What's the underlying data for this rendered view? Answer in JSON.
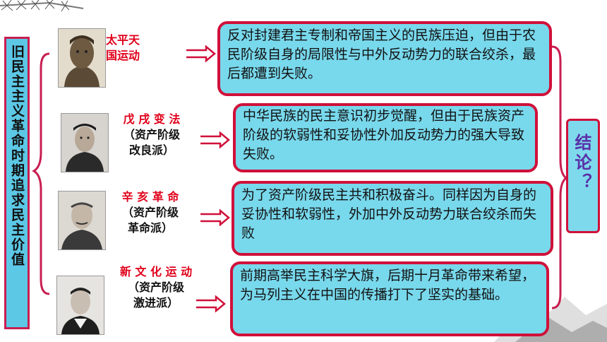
{
  "side_title": "旧民主主义革命时期追求民主价值",
  "rows": [
    {
      "label_line1": "太平天",
      "label_line2": "国运动",
      "label_line3": "",
      "text": "反对封建君主专制和帝国主义的民族压迫，但由于农民阶级自身的局限性与中外反动势力的联合绞杀，最后都遭到失败。"
    },
    {
      "label_line1": "戊 戌 变 法",
      "label_line2": "（资产阶级",
      "label_line3": "改良派）",
      "text": "中华民族的民主意识初步觉醒，但由于民族资产阶级的软弱性和妥协性外加反动势力的强大导致失败。"
    },
    {
      "label_line1": "辛 亥 革 命",
      "label_line2": "（资产阶级",
      "label_line3": "革命派）",
      "text": "为了资产阶级民主共和积极奋斗。同样因为自身的妥协性和软弱性，外加中外反动势力联合绞杀而失败"
    },
    {
      "label_line1": "新 文 化 运 动",
      "label_line2": "（资产阶级",
      "label_line3": "激进派）",
      "text": "前期高举民主科学大旗，后期十月革命带来希望，为马列主义在中国的传播打下了坚实的基础。"
    }
  ],
  "conclusion": "结论？",
  "colors": {
    "accent_red": "#d0103a",
    "box_fill": "#78d8ec",
    "side_fill": "#5cc8e6",
    "label_red": "#e0001a"
  }
}
